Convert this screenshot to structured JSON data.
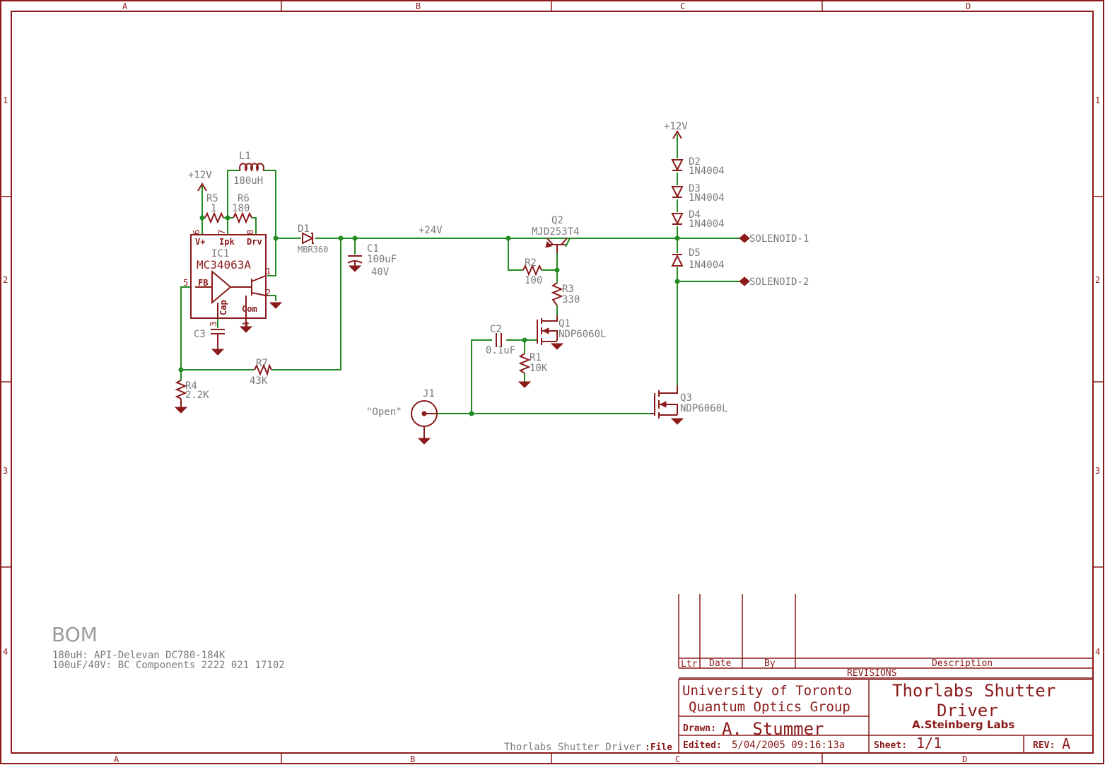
{
  "frame": {
    "columns": [
      "A",
      "B",
      "C",
      "D"
    ],
    "rows": [
      "1",
      "2",
      "3",
      "4"
    ]
  },
  "parts": {
    "l1": {
      "name": "L1",
      "value": "180uH"
    },
    "r5": {
      "name": "R5",
      "value": "1"
    },
    "r6": {
      "name": "R6",
      "value": "180"
    },
    "ic1": {
      "name": "IC1",
      "value": "MC34063A",
      "pins": {
        "vp": "V+",
        "ipk": "Ipk",
        "drv": "Drv",
        "fb": "FB",
        "cap": "Cap",
        "com": "Com",
        "n6": "6",
        "n7": "7",
        "n8": "8",
        "n1": "1",
        "n2": "2",
        "n5": "5",
        "n3": "3",
        "n4": "4"
      }
    },
    "c3": {
      "name": "C3"
    },
    "d1": {
      "name": "D1",
      "value": "MBR360"
    },
    "c1": {
      "name": "C1",
      "value": "100uF",
      "voltage": "40V"
    },
    "r7": {
      "name": "R7",
      "value": "43K"
    },
    "r4": {
      "name": "R4",
      "value": "2.2K"
    },
    "q2": {
      "name": "Q2",
      "value": "MJD253T4"
    },
    "r2": {
      "name": "R2",
      "value": "100"
    },
    "r3": {
      "name": "R3",
      "value": "330"
    },
    "q1": {
      "name": "Q1",
      "value": "NDP6060L"
    },
    "c2": {
      "name": "C2",
      "value": "0.1uF"
    },
    "r1": {
      "name": "R1",
      "value": "10K"
    },
    "j1": {
      "name": "J1",
      "value": "\"Open\""
    },
    "q3": {
      "name": "Q3",
      "value": "NDP6060L"
    },
    "d2": {
      "name": "D2",
      "value": "1N4004"
    },
    "d3": {
      "name": "D3",
      "value": "1N4004"
    },
    "d4": {
      "name": "D4",
      "value": "1N4004"
    },
    "d5": {
      "name": "D5",
      "value": "1N4004"
    }
  },
  "nets": {
    "p12_left": "+12V",
    "p12_right": "+12V",
    "p24": "+24V",
    "sol1": "SOLENOID-1",
    "sol2": "SOLENOID-2"
  },
  "bom": {
    "title": "BOM",
    "line1": "180uH:  API-Delevan DC780-184K",
    "line2": "100uF/40V:  BC Components 2222 021 17102"
  },
  "title_block": {
    "col_ltr": "Ltr",
    "col_date": "Date",
    "col_by": "By",
    "col_desc": "Description",
    "revisions": "REVISIONS",
    "org1": "University of Toronto",
    "org2": "Quantum Optics Group",
    "title1": "Thorlabs Shutter",
    "title2": "Driver",
    "lab": "A.Steinberg Labs",
    "drawn_label": "Drawn:",
    "drawn_value": "A. Stummer",
    "edited_label": "Edited:",
    "edited_value": "5/04/2005 09:16:13a",
    "sheet_label": "Sheet:",
    "sheet_value": "1/1",
    "rev_label": "REV:",
    "rev_value": "A",
    "file_label": "Thorlabs Shutter Driver",
    "file_suffix": ":File"
  }
}
